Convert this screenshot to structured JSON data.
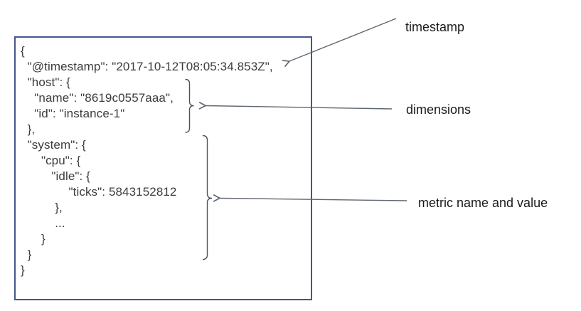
{
  "code_box": {
    "description": "json-event-example",
    "lines": [
      "{",
      "  \"@timestamp\": \"2017-10-12T08:05:34.853Z\",",
      "  \"host\": {",
      "    \"name\": \"8619c0557aaa\",",
      "    \"id\": \"instance-1\"",
      "  },",
      "  \"system\": {",
      "      \"cpu\": {",
      "         \"idle\": {",
      "              \"ticks\": 5843152812",
      "          },",
      "          ...",
      "      }",
      "  }",
      "}"
    ]
  },
  "annotations": {
    "timestamp": {
      "label": "timestamp"
    },
    "dimensions": {
      "label": "dimensions"
    },
    "metric": {
      "label": "metric name and value"
    }
  },
  "colors": {
    "box_border": "#44568e",
    "arrow": "#5f6670",
    "brace": "#4c525e",
    "code_text": "#3c3c3c",
    "label_text": "#1a1a1a"
  }
}
